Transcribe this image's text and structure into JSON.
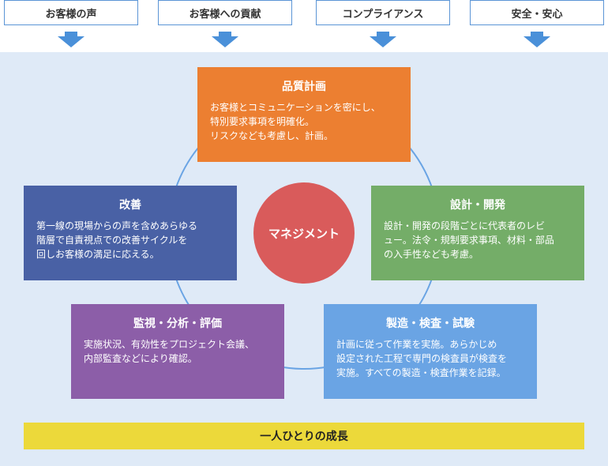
{
  "inputs": [
    {
      "label": "お客様の声"
    },
    {
      "label": "お客様への貢献"
    },
    {
      "label": "コンプライアンス"
    },
    {
      "label": "安全・安心"
    }
  ],
  "center": {
    "label": "マネジメント"
  },
  "cards": {
    "planning": {
      "title": "品質計画",
      "body": "お客様とコミュニケーションを密にし、\n特別要求事項を明確化。\nリスクなども考慮し、計画。",
      "color": "#ec7f31"
    },
    "design": {
      "title": "設計・開発",
      "body": "設計・開発の段階ごとに代表者のレビ\nュー。法令・規制要求事項、材料・部品\nの入手性なども考慮。",
      "color": "#74ad68"
    },
    "manufacturing": {
      "title": "製造・検査・試験",
      "body": "計画に従って作業を実施。あらかじめ\n設定された工程で専門の検査員が検査を\n実施。すべての製造・検査作業を記録。",
      "color": "#6aa4e4"
    },
    "monitoring": {
      "title": "監視・分析・評価",
      "body": "実施状況、有効性をプロジェクト会議、\n内部監査などにより確認。",
      "color": "#8c5ea8"
    },
    "improvement": {
      "title": "改善",
      "body": "第一線の現場からの声を含めあらゆる\n階層で自責視点での改善サイクルを\n回しお客様の満足に応える。",
      "color": "#4961a5"
    }
  },
  "bottom": {
    "label": "一人ひとりの成長"
  },
  "colors": {
    "arrow": "#4a90d9",
    "panel": "#dfeaf7",
    "cycle_line": "#6aa4e4",
    "center": "#d95b5b",
    "bottom_bar": "#ecd93a"
  }
}
